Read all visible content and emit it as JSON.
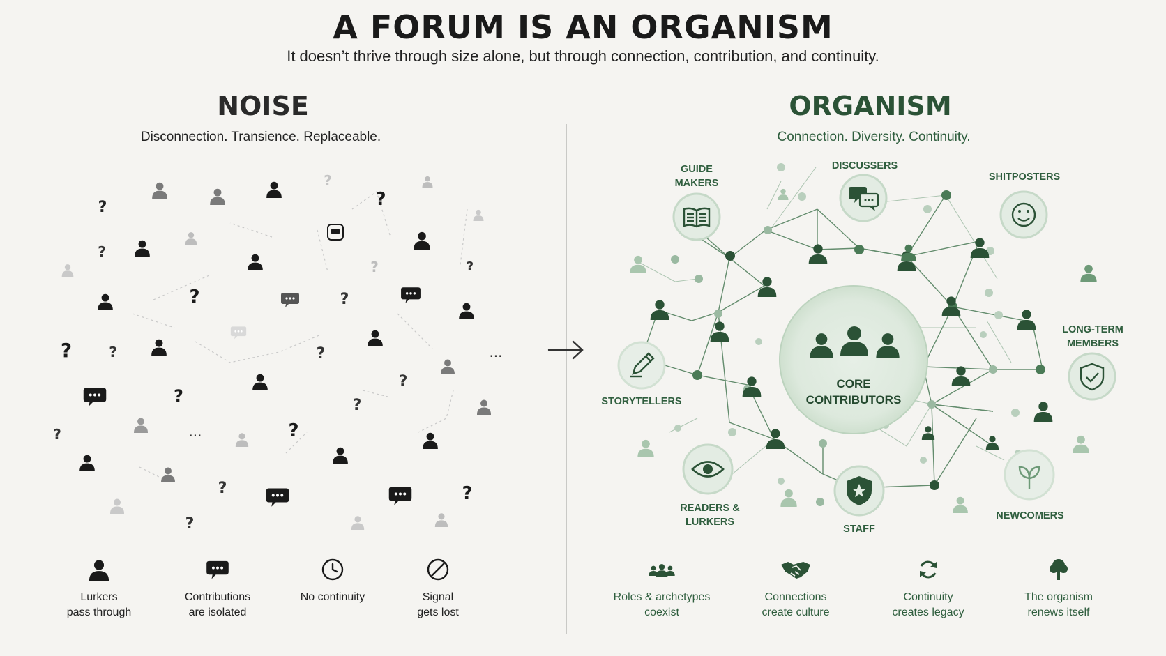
{
  "header": {
    "title": "A FORUM IS AN ORGANISM",
    "subtitle": "It doesn’t thrive through size alone, but through connection, contribution, and continuity."
  },
  "noise": {
    "title": "NOISE",
    "subtitle": "Disconnection. Transience. Replaceable.",
    "ellipsis": "...",
    "footer": [
      {
        "icon": "person-icon",
        "line1": "Lurkers",
        "line2": "pass through"
      },
      {
        "icon": "speech-bubble-icon",
        "line1": "Contributions",
        "line2": "are isolated"
      },
      {
        "icon": "clock-icon",
        "line1": "No continuity",
        "line2": ""
      },
      {
        "icon": "prohibited-icon",
        "line1": "Signal",
        "line2": "gets lost"
      }
    ]
  },
  "organism": {
    "title": "ORGANISM",
    "subtitle": "Connection. Diversity. Continuity.",
    "core": {
      "line1": "CORE",
      "line2": "CONTRIBUTORS"
    },
    "roles": {
      "guide_makers": {
        "line1": "GUIDE",
        "line2": "MAKERS"
      },
      "discussers": {
        "line1": "DISCUSSERS"
      },
      "shitposters": {
        "line1": "SHITPOSTERS"
      },
      "long_term": {
        "line1": "LONG-TERM",
        "line2": "MEMBERS"
      },
      "storytellers": {
        "line1": "STORYTELLERS"
      },
      "readers": {
        "line1": "READERS &",
        "line2": "LURKERS"
      },
      "staff": {
        "line1": "STAFF"
      },
      "newcomers": {
        "line1": "NEWCOMERS"
      }
    },
    "footer": [
      {
        "icon": "group-icon",
        "line1": "Roles & archetypes",
        "line2": "coexist"
      },
      {
        "icon": "handshake-icon",
        "line1": "Connections",
        "line2": "create culture"
      },
      {
        "icon": "refresh-icon",
        "line1": "Continuity",
        "line2": "creates legacy"
      },
      {
        "icon": "tree-icon",
        "line1": "The organism",
        "line2": "renews itself"
      }
    ]
  },
  "colors": {
    "green_dark": "#2b5236",
    "green_mid": "#6e9a78",
    "green_light": "#a9c6ae",
    "noise_dark": "#1a1a1a",
    "noise_gray": "#8a8a8a"
  }
}
